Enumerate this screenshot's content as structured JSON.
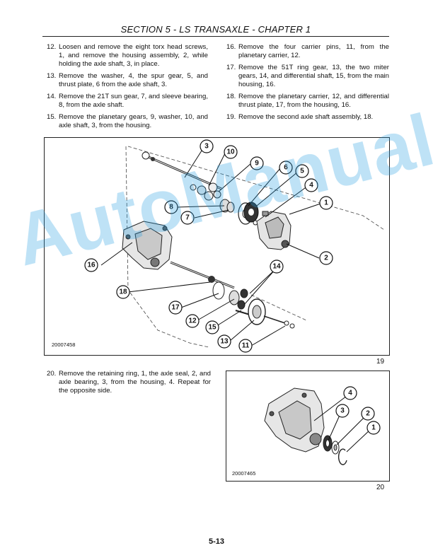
{
  "header": {
    "title": "SECTION 5 - LS TRANSAXLE - CHAPTER 1"
  },
  "steps_left": [
    {
      "num": "12.",
      "text": "Loosen and remove the eight torx head screws, 1, and remove the housing assembly, 2, while holding the axle shaft, 3, in place."
    },
    {
      "num": "13.",
      "text": "Remove the washer, 4, the spur gear, 5, and thrust plate, 6 from the axle shaft, 3."
    },
    {
      "num": "14.",
      "text": "Remove the 21T sun gear, 7, and sleeve bearing, 8, from the axle shaft."
    },
    {
      "num": "15.",
      "text": "Remove the planetary gears, 9, washer, 10, and axle shaft, 3, from the housing."
    }
  ],
  "steps_right": [
    {
      "num": "16.",
      "text": "Remove the four carrier pins, 11, from the planetary carrier, 12."
    },
    {
      "num": "17.",
      "text": "Remove the 51T ring gear, 13, the two miter gears, 14, and differential shaft, 15, from the main housing, 16."
    },
    {
      "num": "18.",
      "text": "Remove the planetary carrier, 12, and differential thrust plate, 17, from the housing, 16."
    },
    {
      "num": "19.",
      "text": "Remove the second axle shaft assembly, 18."
    }
  ],
  "figure19": {
    "id": "20007458",
    "number": "19",
    "callouts": [
      "3",
      "10",
      "9",
      "6",
      "5",
      "4",
      "1",
      "8",
      "7",
      "2",
      "16",
      "14",
      "18",
      "17",
      "12",
      "15",
      "13",
      "11"
    ]
  },
  "steps_lower": [
    {
      "num": "20.",
      "text": "Remove the retaining ring, 1, the axle seal, 2, and axle bearing, 3, from the housing, 4. Repeat for the opposite side."
    }
  ],
  "figure20": {
    "id": "20007465",
    "number": "20",
    "callouts": [
      "4",
      "3",
      "2",
      "1"
    ]
  },
  "page_number": "5-13",
  "watermark": {
    "text": "AutoManual",
    "color": "#28a0e1"
  }
}
